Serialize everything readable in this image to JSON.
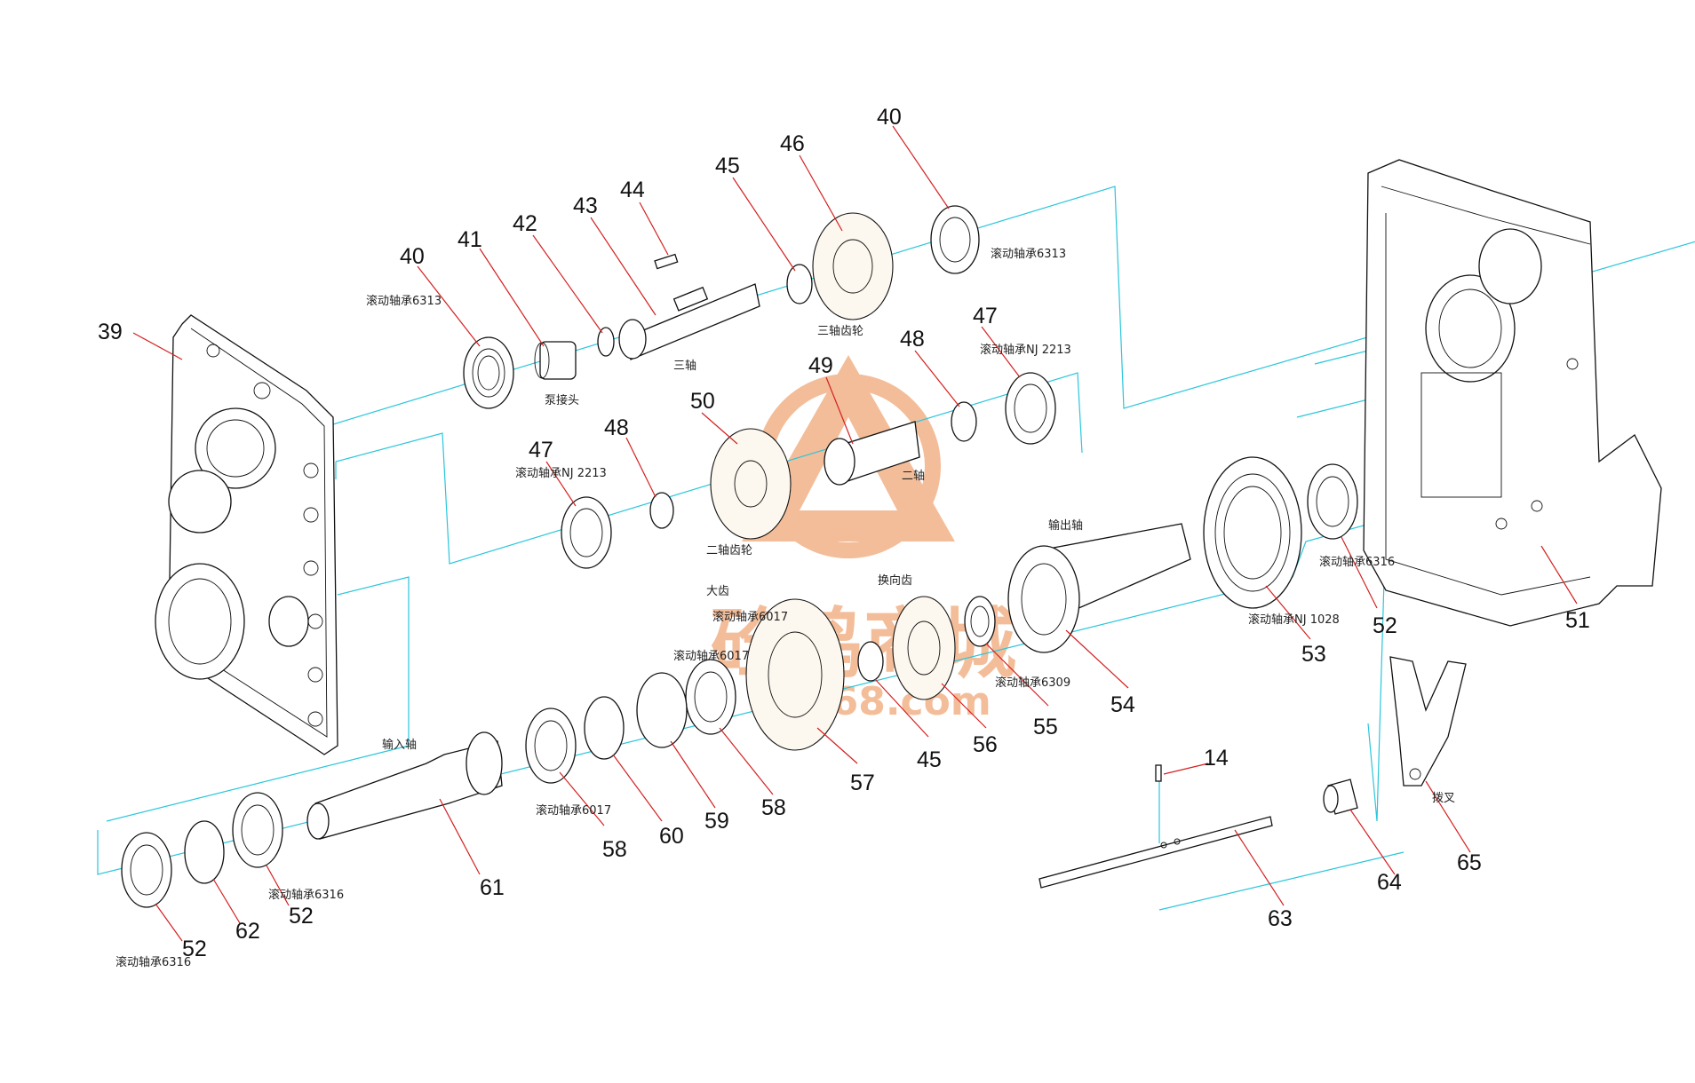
{
  "parts": [
    {
      "id": "39",
      "label": ""
    },
    {
      "id": "40a",
      "number": "40",
      "label": "滚动轴承6313"
    },
    {
      "id": "41",
      "number": "41",
      "label": "泵接头"
    },
    {
      "id": "42",
      "number": "42",
      "label": ""
    },
    {
      "id": "43",
      "number": "43",
      "label": "三轴"
    },
    {
      "id": "44",
      "number": "44",
      "label": ""
    },
    {
      "id": "45a",
      "number": "45",
      "label": ""
    },
    {
      "id": "46",
      "number": "46",
      "label": "三轴齿轮"
    },
    {
      "id": "40b",
      "number": "40",
      "label": "滚动轴承6313"
    },
    {
      "id": "47a",
      "number": "47",
      "label": "滚动轴承NJ 2213"
    },
    {
      "id": "48a",
      "number": "48",
      "label": ""
    },
    {
      "id": "49",
      "number": "49",
      "label": "二轴"
    },
    {
      "id": "50",
      "number": "50",
      "label": "二轴齿轮"
    },
    {
      "id": "48b",
      "number": "48",
      "label": ""
    },
    {
      "id": "47b",
      "number": "47",
      "label": "滚动轴承NJ 2213"
    },
    {
      "id": "51",
      "number": "51",
      "label": ""
    },
    {
      "id": "52a",
      "number": "52",
      "label": "滚动轴承6316"
    },
    {
      "id": "53",
      "number": "53",
      "label": "滚动轴承NJ 1028"
    },
    {
      "id": "54",
      "number": "54",
      "label": "输出轴"
    },
    {
      "id": "55",
      "number": "55",
      "label": "滚动轴承6309"
    },
    {
      "id": "56",
      "number": "56",
      "label": "换向齿"
    },
    {
      "id": "45b",
      "number": "45",
      "label": ""
    },
    {
      "id": "57",
      "number": "57",
      "label": "大齿"
    },
    {
      "id": "58a",
      "number": "58",
      "label": "滚动轴承6017"
    },
    {
      "id": "59",
      "number": "59",
      "label": ""
    },
    {
      "id": "60",
      "number": "60",
      "label": ""
    },
    {
      "id": "58b",
      "number": "58",
      "label": "滚动轴承6017"
    },
    {
      "id": "61",
      "number": "61",
      "label": "输入轴"
    },
    {
      "id": "52b",
      "number": "52",
      "label": "滚动轴承6316"
    },
    {
      "id": "62",
      "number": "62",
      "label": ""
    },
    {
      "id": "52c",
      "number": "52",
      "label": "滚动轴承6316"
    },
    {
      "id": "14",
      "number": "14",
      "label": ""
    },
    {
      "id": "63",
      "number": "63",
      "label": ""
    },
    {
      "id": "64",
      "number": "64",
      "label": ""
    },
    {
      "id": "65",
      "number": "65",
      "label": "拨叉"
    }
  ],
  "part39_number": "39",
  "extra_label_58": "滚动轴承6017",
  "watermark": {
    "brand": "砼鸣商城",
    "url": "168.com",
    "color": "#f0a878"
  },
  "colors": {
    "leader": "#d42020",
    "axis": "#29c6dc",
    "outline": "#111111"
  }
}
